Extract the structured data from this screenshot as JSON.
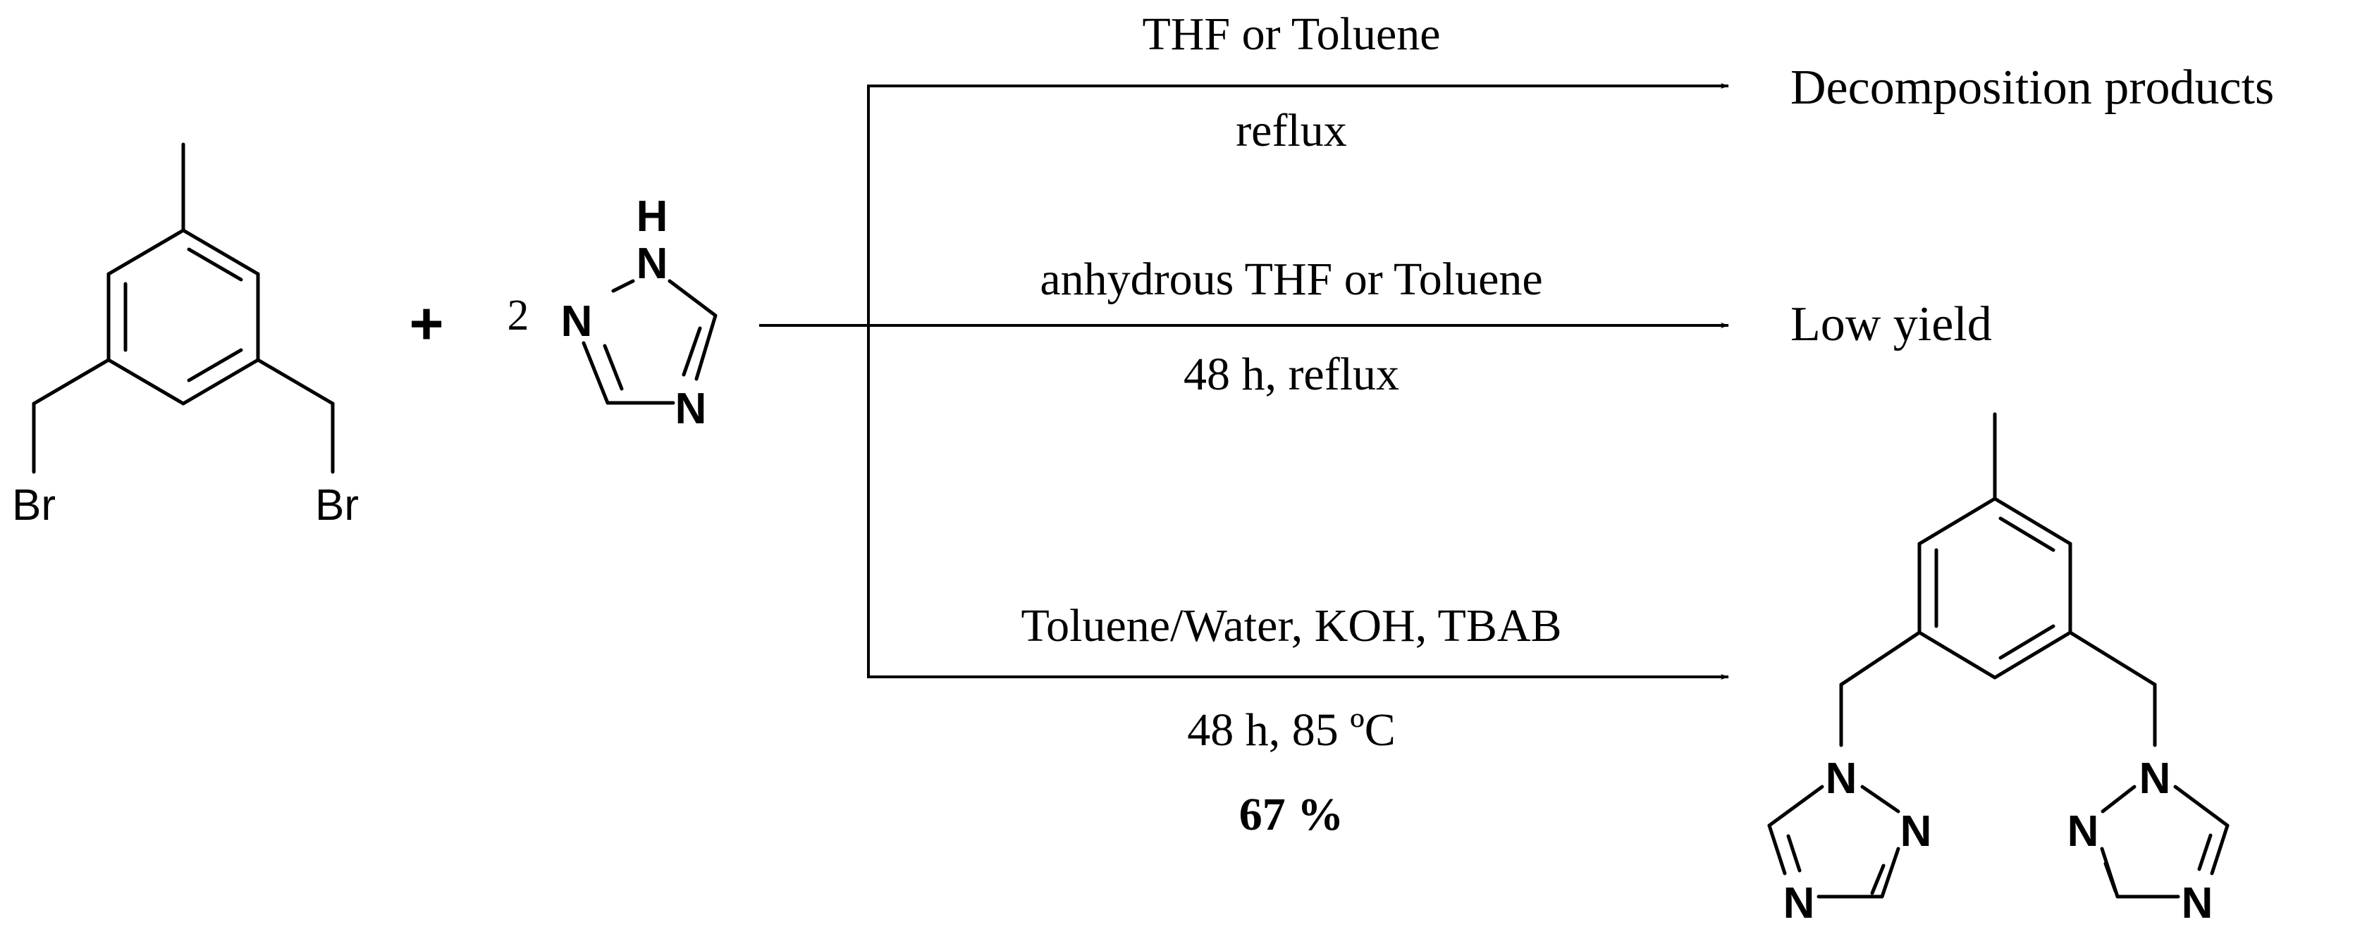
{
  "reactants": {
    "dibromide": {
      "br_left": "Br",
      "br_right": "Br"
    },
    "plus": "+",
    "coefficient": "2",
    "triazole": {
      "nh_h": "H",
      "nh_n": "N",
      "n_left": "N",
      "n_bottom": "N"
    }
  },
  "routes": [
    {
      "conditions_above": "THF or Toluene",
      "conditions_below": "reflux",
      "outcome": "Decomposition products"
    },
    {
      "conditions_above": "anhydrous THF or Toluene",
      "conditions_below": "48 h, reflux",
      "outcome": "Low yield"
    },
    {
      "conditions_above": "Toluene/Water, KOH, TBAB",
      "conditions_below": "48 h, 85 ºC",
      "yield": "67 %"
    }
  ],
  "product_labels": {
    "left_n1": "N",
    "left_n2": "N",
    "left_n4": "N",
    "right_n1": "N",
    "right_n2": "N",
    "right_n4": "N"
  }
}
